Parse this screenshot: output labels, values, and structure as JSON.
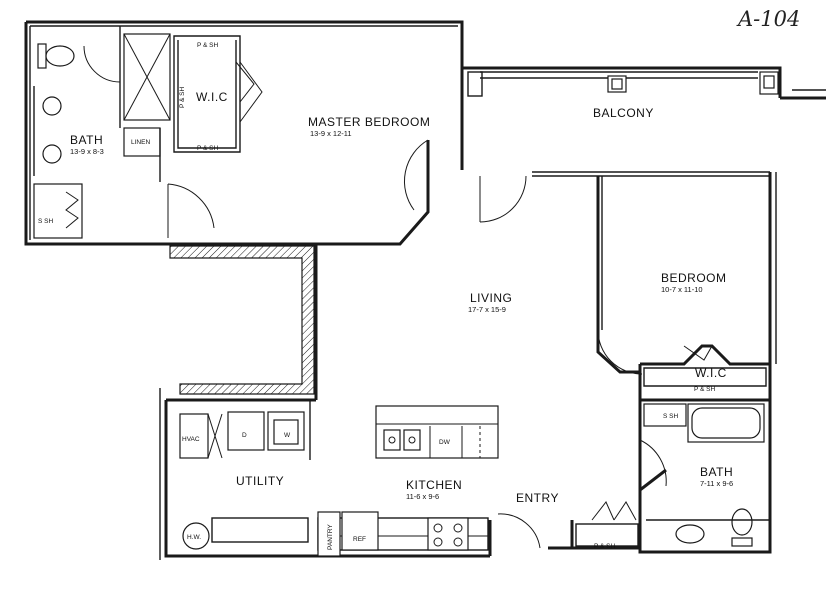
{
  "unit_id": "A-104",
  "rooms": {
    "master_bedroom": {
      "name": "MASTER BEDROOM",
      "dims": "13-9 x 12-11"
    },
    "bath1": {
      "name": "BATH",
      "dims": "13-9 x 8-3"
    },
    "wic1": {
      "name": "W.I.C"
    },
    "balcony": {
      "name": "BALCONY"
    },
    "bedroom": {
      "name": "BEDROOM",
      "dims": "10-7 x 11-10"
    },
    "living": {
      "name": "LIVING",
      "dims": "17-7 x 15-9"
    },
    "wic2": {
      "name": "W.I.C"
    },
    "bath2": {
      "name": "BATH",
      "dims": "7-11 x 9-6"
    },
    "utility": {
      "name": "UTILITY"
    },
    "kitchen": {
      "name": "KITCHEN",
      "dims": "11-6 x 9-6"
    },
    "entry": {
      "name": "ENTRY"
    }
  },
  "fixtures": {
    "linen": "LINEN",
    "p_sh": "P & SH",
    "p_sh_vertical": "P & SH",
    "s_sh": "S SH",
    "hvac": "HVAC",
    "dryer": "D",
    "washer": "W",
    "water_heater": "H.W.",
    "dishwasher": "DW",
    "pantry": "PANTRY",
    "refrigerator": "REF"
  }
}
